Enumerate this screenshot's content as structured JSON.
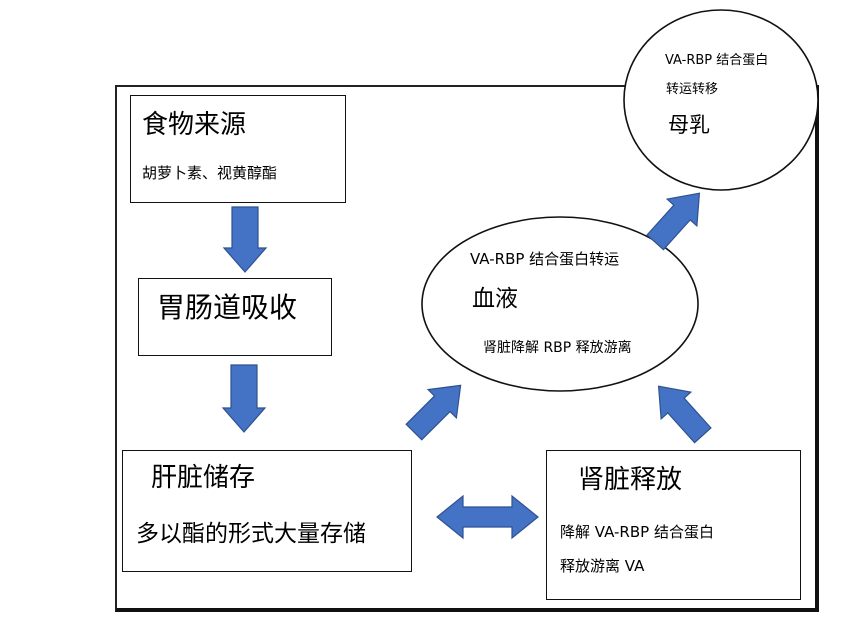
{
  "colors": {
    "arrow_fill": "#4472c4",
    "arrow_stroke": "#2f528f",
    "border": "#111111",
    "background": "#ffffff"
  },
  "food_box": {
    "title": "食物来源",
    "subtitle": "胡萝卜素、视黄醇酯"
  },
  "gut_box": {
    "title": "胃肠道吸收"
  },
  "liver_box": {
    "title": "肝脏储存",
    "subtitle": "多以酯的形式大量存储"
  },
  "kidney_box": {
    "title": "肾脏释放",
    "line1": "降解 VA-RBP 结合蛋白",
    "line2": "释放游离 VA"
  },
  "blood_ellipse": {
    "line1": "VA-RBP 结合蛋白转运",
    "title": "血液",
    "line2": "肾脏降解 RBP 释放游离"
  },
  "milk_ellipse": {
    "line1": "VA-RBP 结合蛋白",
    "line2": "转运转移",
    "title": "母乳"
  },
  "arrows": [
    {
      "name": "arrow-food-to-gut",
      "direction": "down"
    },
    {
      "name": "arrow-gut-to-liver",
      "direction": "down"
    },
    {
      "name": "arrow-liver-to-blood",
      "direction": "up-right"
    },
    {
      "name": "arrow-kidney-to-blood",
      "direction": "up-left"
    },
    {
      "name": "arrow-blood-to-milk",
      "direction": "up-right"
    },
    {
      "name": "arrow-liver-kidney",
      "direction": "both"
    }
  ]
}
